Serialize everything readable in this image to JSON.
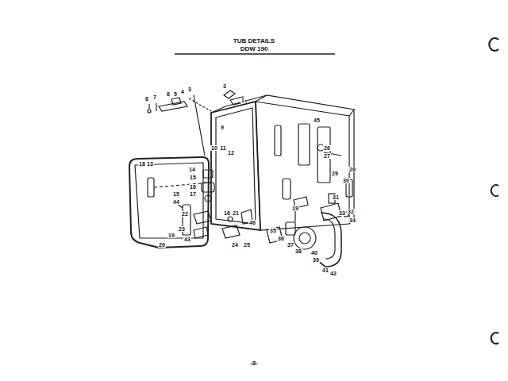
{
  "diagram": {
    "title": "TUB DETAILS",
    "labels": [
      "DDW 190",
      "8",
      "7",
      "6",
      "5",
      "4",
      "3",
      "3",
      "1",
      "9",
      "10",
      "11",
      "12",
      "45",
      "26",
      "27",
      "18",
      "13",
      "14",
      "15",
      "16",
      "17",
      "28",
      "29",
      "30",
      "31",
      "19",
      "15",
      "44",
      "22",
      "16",
      "21",
      "32",
      "33",
      "34",
      "23",
      "46",
      "24",
      "25",
      "43",
      "20",
      "19",
      "35",
      "36",
      "37",
      "38",
      "40",
      "39",
      "41",
      "42",
      "-8-"
    ]
  }
}
